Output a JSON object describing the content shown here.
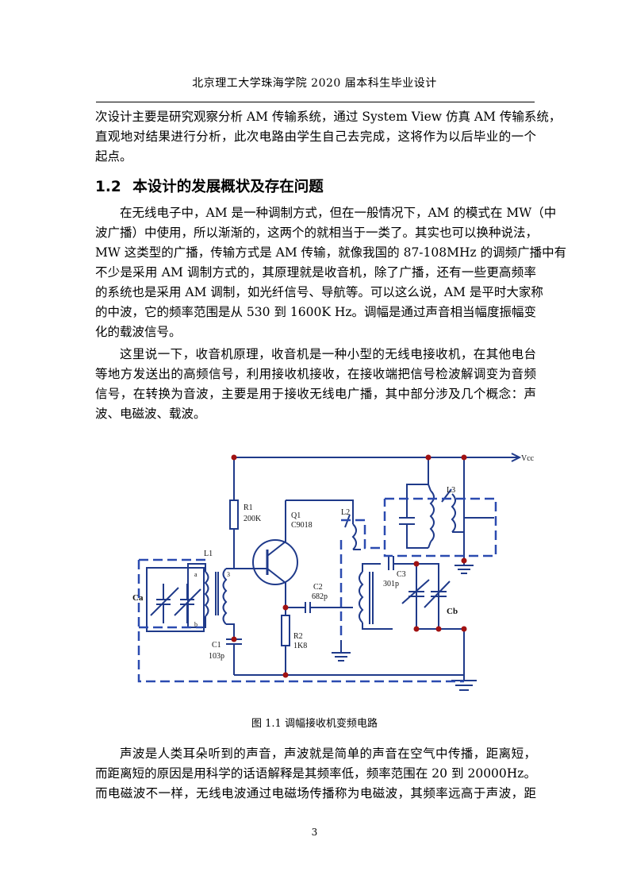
{
  "header": {
    "title": "北京理工大学珠海学院 2020 届本科生毕业设计"
  },
  "intro_lines": [
    "次设计主要是研究观察分析 AM 传输系统，通过 System View 仿真 AM 传输系统，",
    "直观地对结果进行分析，此次电路由学生自己去完成，这将作为以后毕业的一个",
    "起点。"
  ],
  "section": {
    "number": "1.2",
    "title": "本设计的发展概状及存在问题"
  },
  "para1_lines": [
    "在无线电子中，AM 是一种调制方式，但在一般情况下，AM 的模式在 MW（中",
    "波广播）中使用，所以渐渐的，这两个的就相当于一类了。其实也可以换种说法，",
    "MW 这类型的广播，传输方式是 AM 传输，就像我国的 87-108MHz 的调频广播中有",
    "不少是采用 AM 调制方式的，其原理就是收音机，除了广播，还有一些更高频率",
    "的系统也是采用 AM 调制，如光纤信号、导航等。可以这么说，AM 是平时大家称",
    "的中波，它的频率范围是从 530 到 1600K Hz。调幅是通过声音相当幅度振幅变",
    "化的载波信号。"
  ],
  "para2_lines": [
    "这里说一下，收音机原理，收音机是一种小型的无线电接收机，在其他电台",
    "等地方发送出的高频信号，利用接收机接收，在接收端把信号检波解调变为音频",
    "信号，在转换为音波，主要是用于接收无线电广播，其中部分涉及几个概念：声",
    "波、电磁波、载波。"
  ],
  "figure": {
    "caption": "图 1.1 调幅接收机变频电路",
    "labels": {
      "vcc": "Vcc",
      "r1": "R1",
      "r1_val": "200K",
      "q1": "Q1",
      "q1_val": "C9018",
      "l1": "L1",
      "l2": "L2",
      "l3": "L3",
      "c2": "C2",
      "c2_val": "682p",
      "c3": "C3",
      "c3_val": "301p",
      "r2": "R2",
      "r2_val": "1K8",
      "c1": "C1",
      "c1_val": "103p",
      "ca": "Ca",
      "cb": "Cb",
      "pin_a": "a",
      "pin_b": "b",
      "pin_3": "3"
    },
    "colors": {
      "wire": "#1f3a8a",
      "node": "#a11212",
      "dash": "#2b4bb0"
    }
  },
  "para3_lines": [
    "声波是人类耳朵听到的声音，声波就是简单的声音在空气中传播，距离短，",
    "而距离短的原因是用科学的话语解释是其频率低，频率范围在 20 到 20000Hz。",
    "而电磁波不一样，无线电波通过电磁场传播称为电磁波，其频率远高于声波，距"
  ],
  "footer": {
    "page_number": "3"
  }
}
